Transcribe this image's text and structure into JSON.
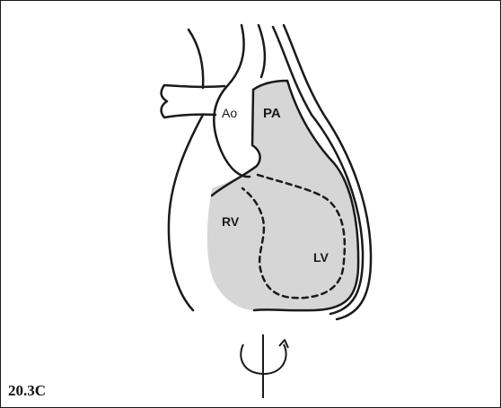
{
  "figure": {
    "caption": "20.3C",
    "labels": {
      "aorta": "Ao",
      "pulmonary_artery": "PA",
      "right_ventricle": "RV",
      "left_ventricle": "LV"
    },
    "colors": {
      "ink": "#1a1a1a",
      "shading": "#d6d6d6",
      "background": "#ffffff"
    }
  }
}
